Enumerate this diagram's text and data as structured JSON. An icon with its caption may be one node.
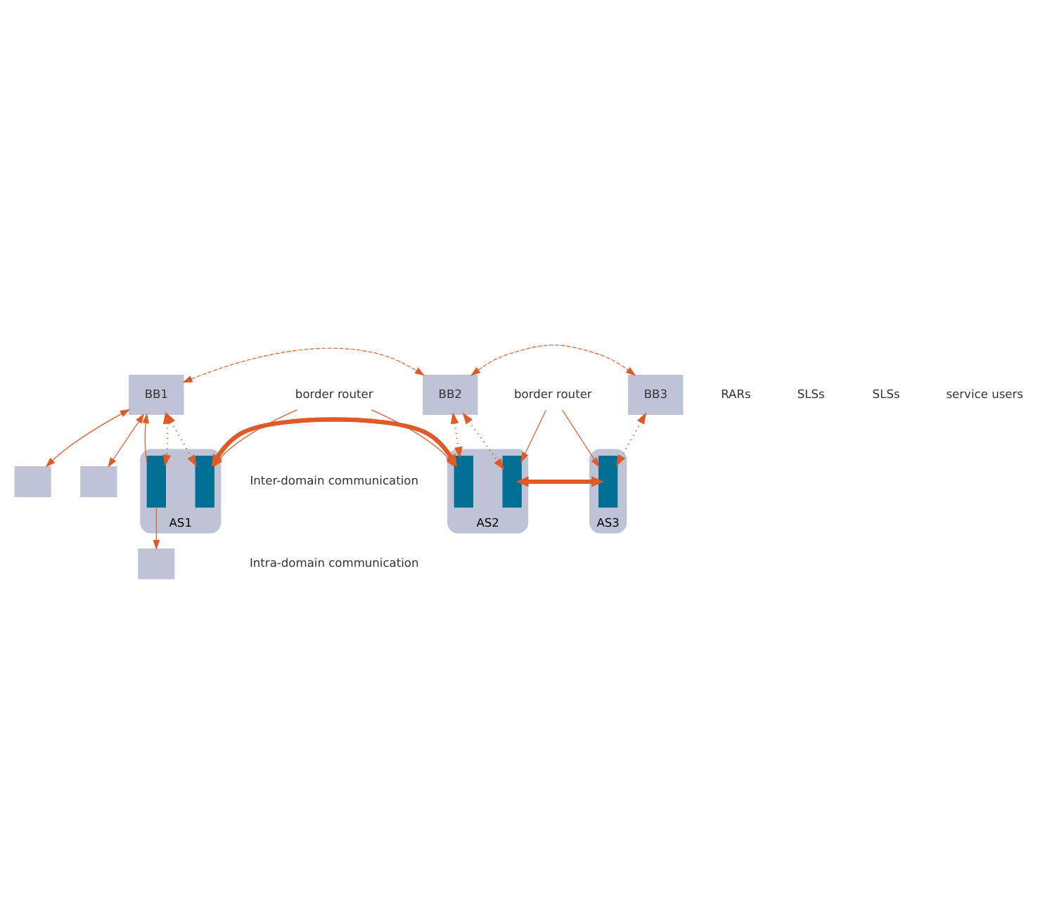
{
  "diagram": {
    "nodes": [
      {
        "text": [
          "BB1"
        ]
      },
      {
        "text": [
          "BB2"
        ]
      },
      {
        "text": [
          "BB3"
        ]
      },
      {
        "text": [],
        "shape": "box"
      },
      {
        "text": [],
        "shape": "box"
      },
      {
        "text": [],
        "shape": "box"
      },
      {
        "text": [
          "AS1"
        ]
      },
      {
        "text": [
          "AS2"
        ]
      },
      {
        "text": [
          "AS3"
        ]
      },
      {
        "text": [],
        "shape": "bar",
        "in": 6
      },
      {
        "text": [],
        "shape": "bar",
        "in": 6
      },
      {
        "text": [],
        "shape": "bar",
        "in": 7
      },
      {
        "text": [],
        "shape": "bar",
        "in": 7
      },
      {
        "text": [],
        "shape": "bar",
        "in": 8
      },
      {
        "text": [
          "border router"
        ]
      },
      {
        "text": [
          "border router"
        ]
      }
    ],
    "edges": [
      {
        "from": 0,
        "to": 1,
        "arrow": "both",
        "style": "dashed"
      },
      {
        "from": 1,
        "to": 2,
        "arrow": "both",
        "style": "dashed"
      },
      {
        "from": 0,
        "to": 9,
        "arrow": "both",
        "style": "dashed"
      },
      {
        "from": 0,
        "to": 10,
        "arrow": "both",
        "style": "dashed"
      },
      {
        "from": 1,
        "to": 11,
        "arrow": "both",
        "style": "dashed"
      },
      {
        "from": 1,
        "to": 12,
        "arrow": "both",
        "style": "dashed"
      },
      {
        "from": 2,
        "to": 13,
        "arrow": "both",
        "style": "dashed"
      },
      {
        "from": 0,
        "to": 3,
        "arrow": "both"
      },
      {
        "from": 0,
        "to": 4,
        "arrow": "both"
      },
      {
        "from": 9,
        "to": 0,
        "arrow": "to"
      },
      {
        "from": 9,
        "to": 5,
        "arrow": "to"
      },
      {
        "from": 11,
        "to": 10,
        "arrow": "to",
        "style": "thick"
      },
      {
        "from": 10,
        "to": 11,
        "arrow": "to",
        "style": "thick"
      },
      {
        "from": 13,
        "to": 12,
        "arrow": "to",
        "style": "thick"
      },
      {
        "from": 12,
        "to": 13,
        "arrow": "to",
        "style": "thick"
      },
      {
        "from": 14,
        "to": 10,
        "arrow": "to"
      },
      {
        "from": 14,
        "to": 11,
        "arrow": "to"
      },
      {
        "from": 15,
        "to": 12,
        "arrow": "to"
      },
      {
        "from": 15,
        "to": 13,
        "arrow": "to"
      }
    ],
    "labels": [
      "RARs",
      "SLSs",
      "SLSs",
      "service users"
    ],
    "legend": [
      {
        "text": "Inter-domain communication"
      },
      {
        "text": "Intra-domain communication"
      }
    ]
  }
}
